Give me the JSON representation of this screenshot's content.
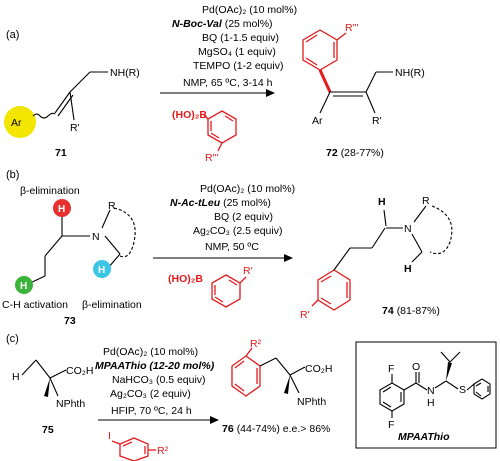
{
  "panel_a": {
    "label": "(a)",
    "cond1": "Pd(OAc)₂ (10 mol%)",
    "cond2": "N-Boc-Val",
    "cond2b": " (25 mol%)",
    "cond3": "BQ (1-1.5 equiv)",
    "cond4": "MgSO₄ (1 equiv)",
    "cond5": "TEMPO (1-2 equiv)",
    "cond6": "NMP, 65 ºC, 3-14 h",
    "reagent": "(HO)₂B",
    "sm_ar": "Ar",
    "sm_r": "R'",
    "sm_nh": "NH(R)",
    "sm_num": "71",
    "prod_r3": "R'''",
    "prod_nh": "NH(R)",
    "prod_ar": "Ar",
    "prod_r": "R'",
    "reagent_r": "R'''",
    "prod_num": "72",
    "prod_yield": "(28-77%)"
  },
  "panel_b": {
    "label": "(b)",
    "beta1": "β-elimination",
    "beta2": "β-elimination",
    "ch": "C-H activation",
    "h1": "H",
    "h2": "H",
    "h3": "H",
    "n": "N",
    "r": "R",
    "sm_num": "73",
    "cond1": "Pd(OAc)₂ (10 mol%)",
    "cond2": "N-Ac-tLeu",
    "cond2b": " (25 mol%)",
    "cond3": "BQ (2 equiv)",
    "cond4": "Ag₂CO₃ (2.5 equiv)",
    "cond5": "NMP, 50 ºC",
    "reagent": "(HO)₂B",
    "reagent_r": "R'",
    "prod_h1": "H",
    "prod_h2": "H",
    "prod_n": "N",
    "prod_r": "R",
    "prod_r1": "R'",
    "prod_num": "74",
    "prod_yield": "(81-87%)"
  },
  "panel_c": {
    "label": "(c)",
    "sm_h": "H",
    "sm_co2h": "CO₂H",
    "sm_nphth": "NPhth",
    "sm_num": "75",
    "cond1": "Pd(OAc)₂ (10 mol%)",
    "cond2": "MPAAThio (12-20 mol%)",
    "cond3": "NaHCO₃ (0.5 equiv)",
    "cond4": "Ag₂CO₃ (2 equiv)",
    "cond5": "HFIP, 70 ºC, 24 h",
    "reagent_i": "I",
    "reagent_r": "R²",
    "prod_r": "R²",
    "prod_co2h": "CO₂H",
    "prod_nphth": "NPhth",
    "prod_num": "76",
    "prod_yield": "(44-74%) e.e.> 86%",
    "lig_f1": "F",
    "lig_f2": "F",
    "lig_o": "O",
    "lig_nh": "H",
    "lig_n": "N",
    "lig_s": "S",
    "lig_name": "MPAAThio"
  },
  "colors": {
    "highlight_red": "#e41a1c",
    "ar_yellow": "#f2e600",
    "h_red": "#e8312f",
    "h_green": "#3cb43c",
    "h_cyan": "#3cc6e6"
  }
}
